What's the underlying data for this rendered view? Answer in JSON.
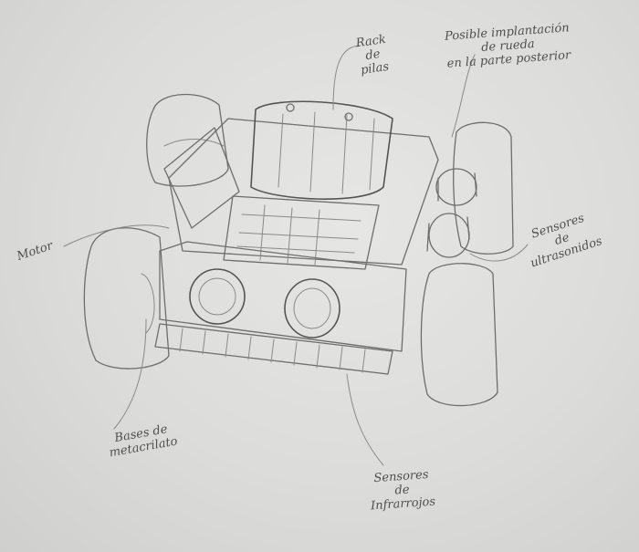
{
  "labels": {
    "rack_de_pilas": [
      "Rack",
      "de",
      "pilas"
    ],
    "rueda_posterior": [
      "Posible implantación",
      "de rueda",
      "en la parte posterior"
    ],
    "motor": [
      "Motor"
    ],
    "sensores_ultrasonidos": [
      "Sensores",
      "de",
      "ultrasonidos"
    ],
    "bases_metacrilato": [
      "Bases de",
      "metacrilato"
    ],
    "sensores_infrarrojos": [
      "Sensores",
      "de",
      "Infrarrojos"
    ]
  }
}
